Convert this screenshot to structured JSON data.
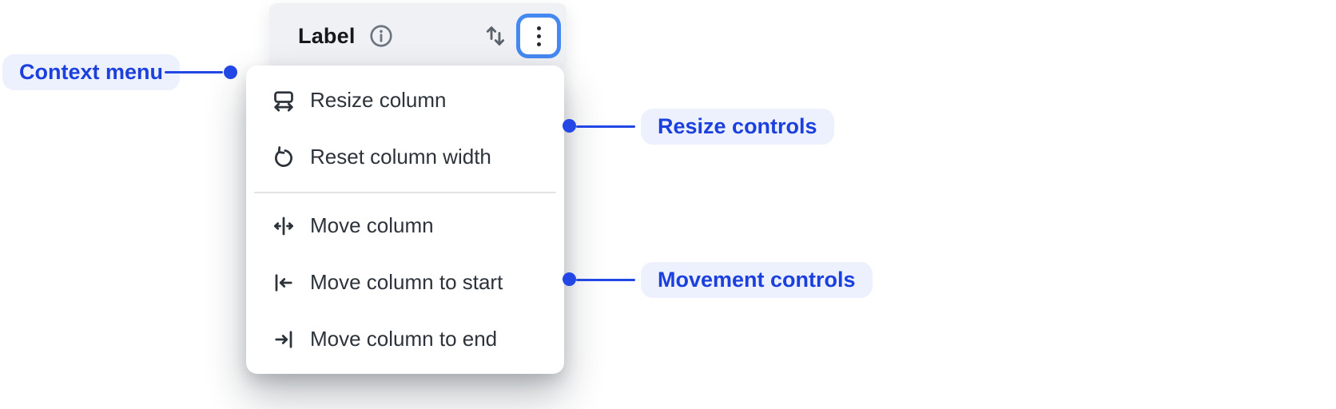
{
  "column_header": {
    "label": "Label",
    "icons": {
      "info": "info-icon",
      "sort": "sort-arrows-icon",
      "more": "more-vertical-icon"
    }
  },
  "context_menu": {
    "items": [
      {
        "id": "resize-column",
        "label": "Resize column",
        "icon": "resize-horizontal-icon",
        "group": "resize"
      },
      {
        "id": "reset-column-width",
        "label": "Reset column width",
        "icon": "undo-icon",
        "group": "resize"
      },
      {
        "id": "move-column",
        "label": "Move column",
        "icon": "move-horizontal-icon",
        "group": "movement"
      },
      {
        "id": "move-column-to-start",
        "label": "Move column to start",
        "icon": "arrow-to-start-icon",
        "group": "movement"
      },
      {
        "id": "move-column-to-end",
        "label": "Move column to end",
        "icon": "arrow-to-end-icon",
        "group": "movement"
      }
    ]
  },
  "annotations": [
    {
      "id": "context-menu",
      "label": "Context menu",
      "side": "left"
    },
    {
      "id": "resize-controls",
      "label": "Resize controls",
      "side": "right"
    },
    {
      "id": "movement-controls",
      "label": "Movement controls",
      "side": "right"
    }
  ],
  "colors": {
    "header_bg": "#f0f1f4",
    "header_text": "#14181d",
    "muted_icon": "#6b7480",
    "focus_ring": "#4688f1",
    "menu_bg": "#ffffff",
    "menu_text": "#2c333a",
    "divider": "#e2e3e6",
    "annotation_text": "#1c40dd",
    "annotation_bg": "#ecf1fd",
    "annotation_line": "#2347e5"
  }
}
